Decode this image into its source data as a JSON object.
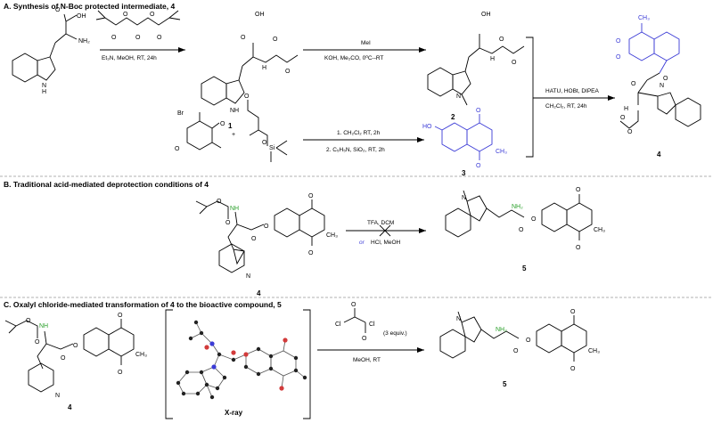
{
  "colors": {
    "highlight_blue": "#3b3bd6",
    "highlight_green": "#2aa02a",
    "divider": "#999999"
  },
  "sectionA": {
    "title": "A. Synthesis of N-Boc protected intermediate, 4",
    "step1_conditions": "Et₃N, MeOH, RT, 24h",
    "step2_top": "MeI",
    "step2_bottom": "KOH, Me₂CO, 0⁰C--RT",
    "step3_top": "1. CH₂Cl₂ RT, 2h",
    "step3_bottom": "2. C₅H₅N, SiO₂, RT, 2h",
    "coupling_top": "HATU, HOBt, DIPEA",
    "coupling_bottom": "CH₂Cl₂, RT, 24h",
    "plus": "+",
    "compounds": [
      "1",
      "2",
      "3",
      "4"
    ]
  },
  "sectionB": {
    "title": "B. Traditional acid-mediated deprotection conditions of 4",
    "top": "TFA, DCM",
    "bottom_or": "or",
    "bottom": "HCl, MeOH",
    "compounds": [
      "4",
      "5"
    ]
  },
  "sectionC": {
    "title": "C. Oxalyl chloride-mediated transformation of 4 to the bioactive compound, 5",
    "xray": "X-ray",
    "equiv": "(3 equiv.)",
    "bottom": "MeOH, RT",
    "compounds": [
      "4",
      "5"
    ]
  },
  "atoms": {
    "OH": "OH",
    "O": "O",
    "NH": "NH",
    "NH2": "NH₂",
    "N": "N",
    "H": "H",
    "Br": "Br",
    "Si": "Si",
    "CH3": "CH₃",
    "HO": "HO",
    "Cl": "Cl"
  }
}
